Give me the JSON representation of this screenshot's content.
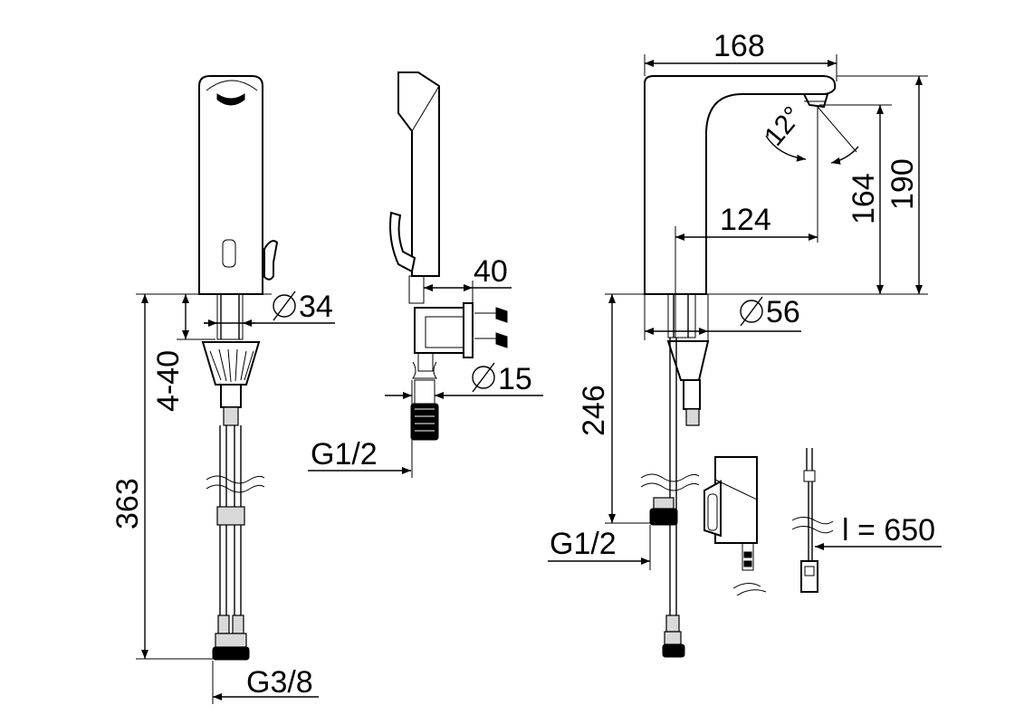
{
  "drawing": {
    "labels": {
      "dia_34": "34",
      "range_4_40": "4-40",
      "height_363": "363",
      "g38": "G3/8",
      "depth_40": "40",
      "dia_15": "15",
      "g12_left": "G1/2",
      "width_168": "168",
      "angle_12": "12°",
      "height_164": "164",
      "height_190": "190",
      "reach_124": "124",
      "dia_56": "56",
      "height_246": "246",
      "g12_right": "G1/2",
      "cable_650": "l = 650"
    }
  }
}
